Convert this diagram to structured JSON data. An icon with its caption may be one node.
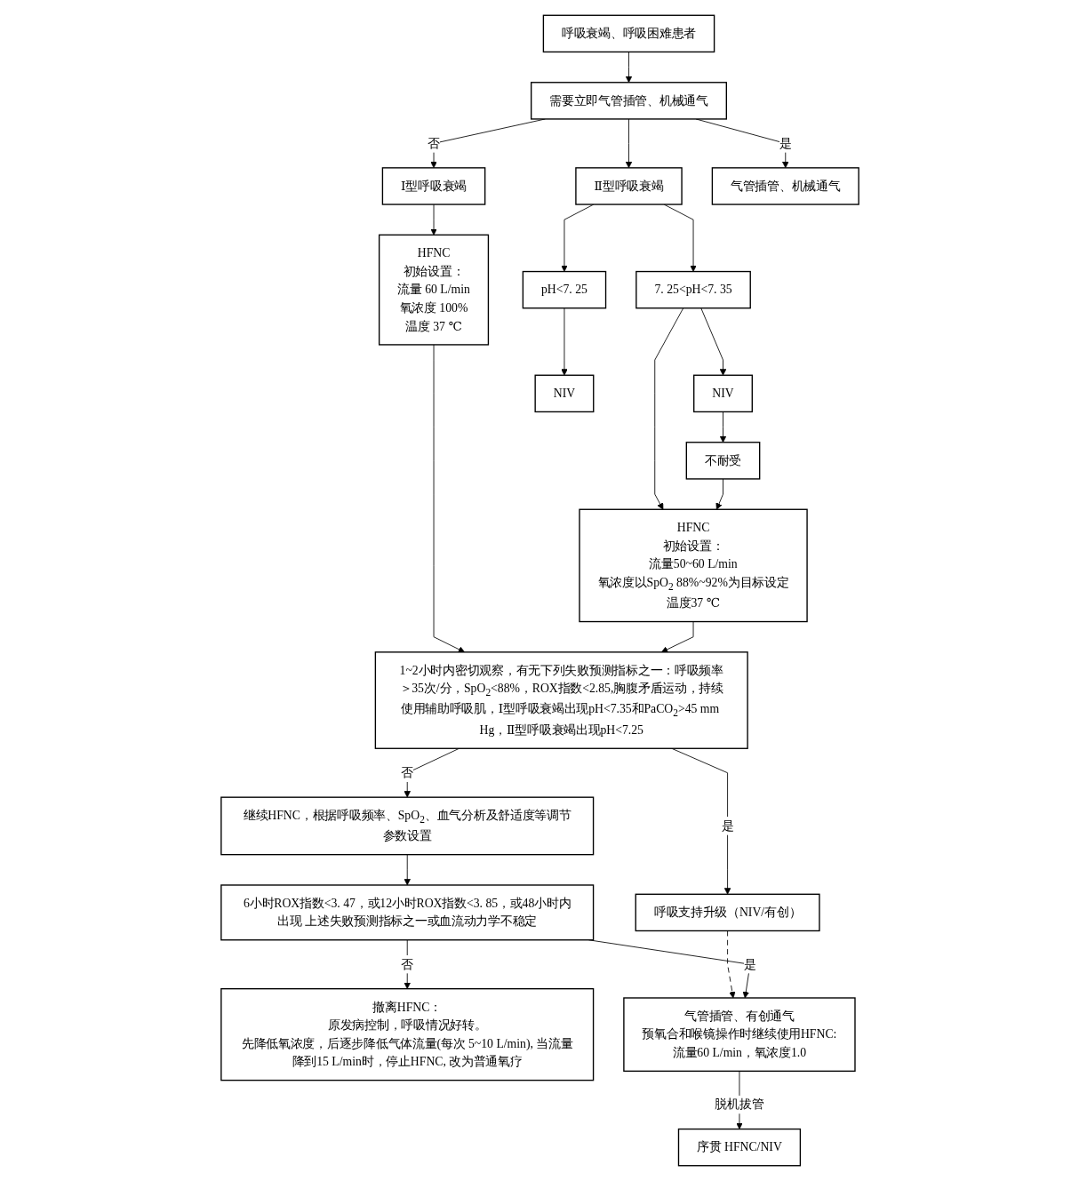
{
  "diagram": {
    "nodes": [
      {
        "text": [
          "呼吸衰竭、呼吸困难患者"
        ]
      },
      {
        "text": [
          "需要立即气管插管、机械通气"
        ]
      },
      {
        "text": [
          "气管插管、机械通气"
        ]
      },
      {
        "text": [
          "Ⅰ型呼吸衰竭"
        ]
      },
      {
        "text": [
          "Ⅱ型呼吸衰竭"
        ]
      },
      {
        "text": [
          "HFNC",
          "初始设置：",
          "流量 60 L/min",
          "氧浓度 100%",
          "温度 37 ℃"
        ]
      },
      {
        "text": [
          "7. 25<pH<7. 35"
        ]
      },
      {
        "text": [
          "pH<7. 25"
        ]
      },
      {
        "text": [
          "HFNC",
          "初始设置：",
          "流量50~60 L/min",
          "氧浓度以SpO$_{2}$ 88%~92%为目标设定",
          "温度37 ℃"
        ]
      },
      {
        "text": [
          "NIV"
        ]
      },
      {
        "text": [
          "NIV"
        ]
      },
      {
        "text": [
          "不耐受"
        ]
      },
      {
        "text": [
          "1~2小时内密切观察，有无下列失败预测指标之一：呼吸频率＞35次/分，SpO$_{2}$<88%，ROX指数<2.85,胸腹矛盾运动，持续使用辅助呼吸肌，Ⅰ型呼吸衰竭出现pH<7.35和PaCO$_{2}$>45 mm Hg，Ⅱ型呼吸衰竭出现pH<7.25"
        ]
      },
      {
        "text": [
          "继续HFNC，根据呼吸频率、SpO$_{2}$、血气分析及舒适度等调节参数设置"
        ]
      },
      {
        "text": [
          "呼吸支持升级（NIV/有创）"
        ]
      },
      {
        "text": [
          "6小时ROX指数<3. 47，或12小时ROX指数<3. 85，或48小时内出现 上述失败预测指标之一或血流动力学不稳定"
        ]
      },
      {
        "text": [
          "气管插管、有创通气",
          "预氧合和喉镜操作时继续使用HFNC:",
          "流量60 L/min，氧浓度1.0"
        ]
      },
      {
        "text": [
          "撤离HFNC：",
          "原发病控制，呼吸情况好转。",
          "先降低氧浓度，后逐步降低气体流量(每次 5~10 L/min), 当流量降到15 L/min时，停止HFNC, 改为普通氧疗"
        ]
      },
      {
        "text": [
          "序贯 HFNC/NIV"
        ]
      }
    ],
    "edges": [
      {
        "from": 0,
        "to": 1,
        "arrow": "to"
      },
      {
        "from": 1,
        "to": 2,
        "arrow": "to",
        "label": "是"
      },
      {
        "from": 1,
        "to": 3,
        "arrow": "to",
        "label": "否"
      },
      {
        "from": 1,
        "to": 4,
        "arrow": "to"
      },
      {
        "from": 3,
        "to": 5,
        "arrow": "to"
      },
      {
        "from": 4,
        "to": 6,
        "arrow": "to"
      },
      {
        "from": 4,
        "to": 7,
        "arrow": "to"
      },
      {
        "from": 6,
        "to": 8,
        "arrow": "to"
      },
      {
        "from": 6,
        "to": 9,
        "arrow": "to"
      },
      {
        "from": 7,
        "to": 10,
        "arrow": "to"
      },
      {
        "from": 9,
        "to": 11,
        "arrow": "to"
      },
      {
        "from": 11,
        "to": 8,
        "arrow": "to"
      },
      {
        "from": 5,
        "to": 12,
        "arrow": "to"
      },
      {
        "from": 8,
        "to": 12,
        "arrow": "to"
      },
      {
        "from": 12,
        "to": 13,
        "arrow": "to",
        "label": "否"
      },
      {
        "from": 12,
        "to": 14,
        "arrow": "to",
        "label": "是"
      },
      {
        "from": 13,
        "to": 15,
        "arrow": "to"
      },
      {
        "from": 14,
        "to": 16,
        "arrow": "to",
        "style": "dashed"
      },
      {
        "from": 15,
        "to": 16,
        "arrow": "to",
        "label": "是"
      },
      {
        "from": 15,
        "to": 17,
        "arrow": "to",
        "label": "否"
      },
      {
        "from": 16,
        "to": 18,
        "arrow": "to",
        "label": "脱机拔管"
      }
    ]
  }
}
